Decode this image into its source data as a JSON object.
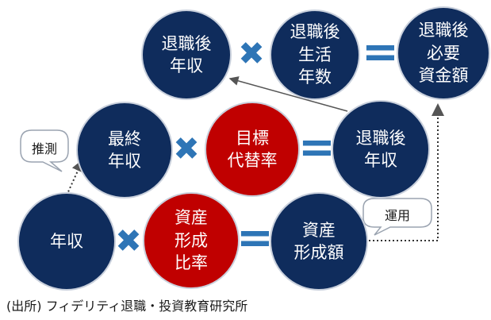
{
  "nodes": {
    "retire_income": "退職後\n年収",
    "retire_years": "退職後\n生活\n年数",
    "required_funds": "退職後\n必要\n資金額",
    "final_income": "最終\n年収",
    "replacement_rate": "目標\n代替率",
    "retire_income_2": "退職後\n年収",
    "annual_income": "年収",
    "asset_rate": "資産\n形成\n比率",
    "asset_amount": "資産\n形成額"
  },
  "operators": {
    "times": "✖",
    "equals": "="
  },
  "callouts": {
    "estimate": "推測",
    "invest": "運用"
  },
  "source": "(出所) フィデリティ退職・投資教育研究所",
  "colors": {
    "navy": "#0f2c5c",
    "red": "#c00000",
    "operator_blue": "#2e75b6"
  }
}
